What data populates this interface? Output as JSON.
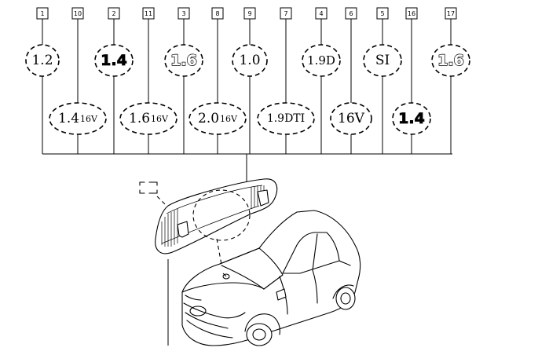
{
  "callouts": [
    {
      "number": "1",
      "badge": "1.2",
      "suffix": "",
      "style": "serif"
    },
    {
      "number": "10",
      "badge": "1.4",
      "suffix": "16V",
      "style": "serif"
    },
    {
      "number": "2",
      "badge": "1.4",
      "suffix": "",
      "style": "bold"
    },
    {
      "number": "11",
      "badge": "1.6",
      "suffix": "16V",
      "style": "serif"
    },
    {
      "number": "3",
      "badge": "1.6",
      "suffix": "",
      "style": "outline"
    },
    {
      "number": "8",
      "badge": "2.0",
      "suffix": "16V",
      "style": "serif"
    },
    {
      "number": "9",
      "badge": "1.0",
      "suffix": "",
      "style": "serif"
    },
    {
      "number": "7",
      "badge": "1.9DTI",
      "suffix": "",
      "style": "serif"
    },
    {
      "number": "4",
      "badge": "1.9D",
      "suffix": "",
      "style": "serif"
    },
    {
      "number": "6",
      "badge": "16V",
      "suffix": "",
      "style": "serif"
    },
    {
      "number": "5",
      "badge": "SI",
      "suffix": "",
      "style": "serif"
    },
    {
      "number": "16",
      "badge": "1.4",
      "suffix": "",
      "style": "bold"
    },
    {
      "number": "17",
      "badge": "1.6",
      "suffix": "",
      "style": "outline"
    }
  ],
  "icons": {
    "car": "hatchback-car-icon",
    "plate": "rear-badge-plate-icon",
    "location": "location-marker-icon"
  }
}
